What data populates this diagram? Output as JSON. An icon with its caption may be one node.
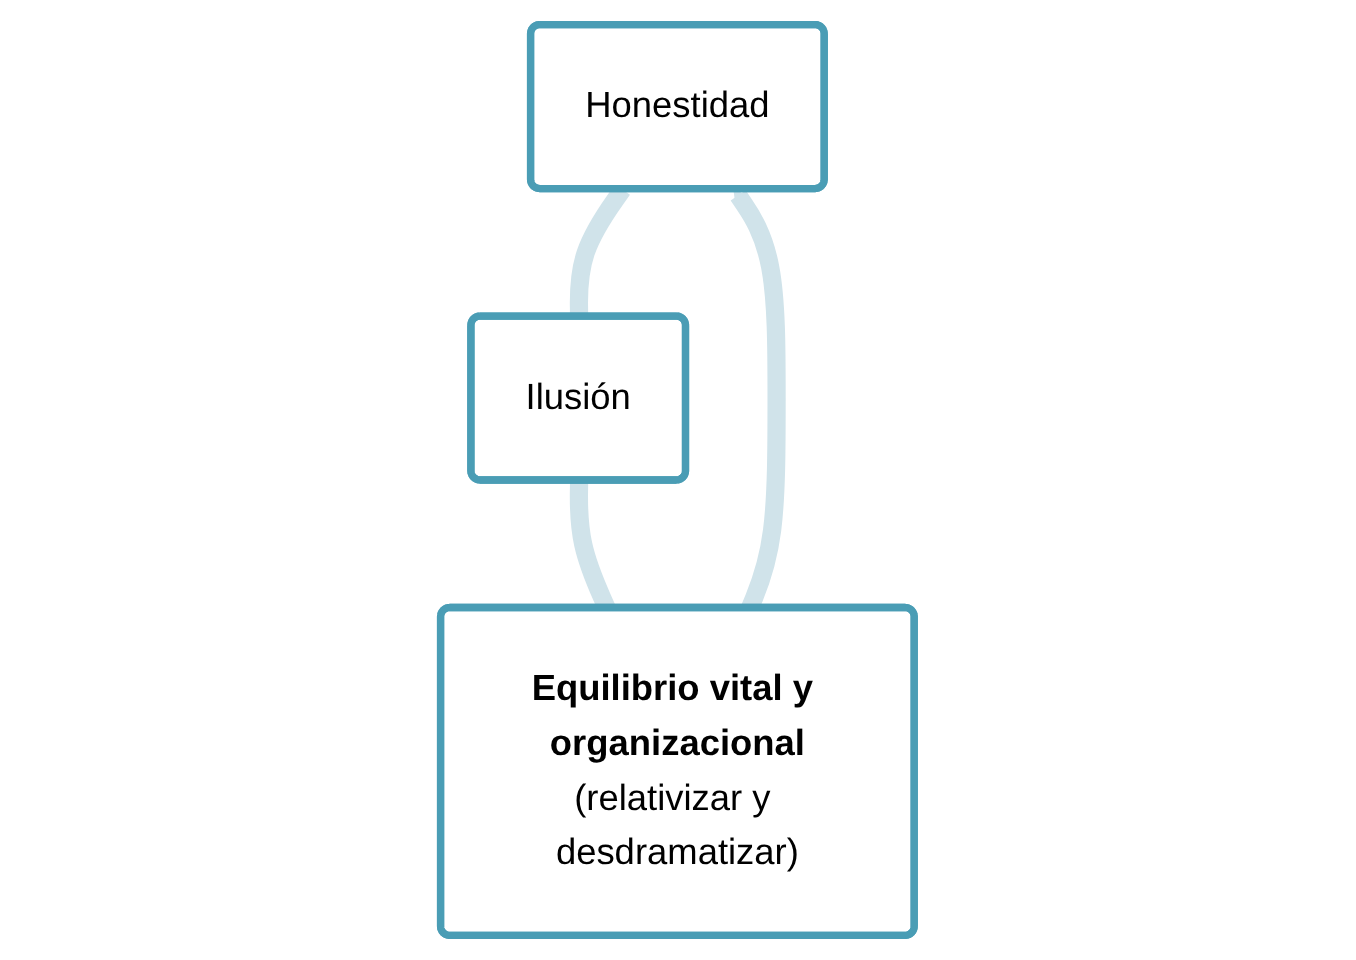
{
  "diagram": {
    "nodes": [
      {
        "text": [
          "Honestidad"
        ]
      },
      {
        "text": [
          "Ilusión"
        ]
      },
      {
        "text": [
          "Equilibrio vital y organizacional",
          "(relativizar y desdramatizar)"
        ]
      }
    ],
    "edges": [
      {
        "from": 0,
        "to": 1,
        "arrow": "none"
      },
      {
        "from": 1,
        "to": 2,
        "arrow": "none"
      },
      {
        "from": 2,
        "to": 0,
        "arrow": "to"
      }
    ]
  }
}
